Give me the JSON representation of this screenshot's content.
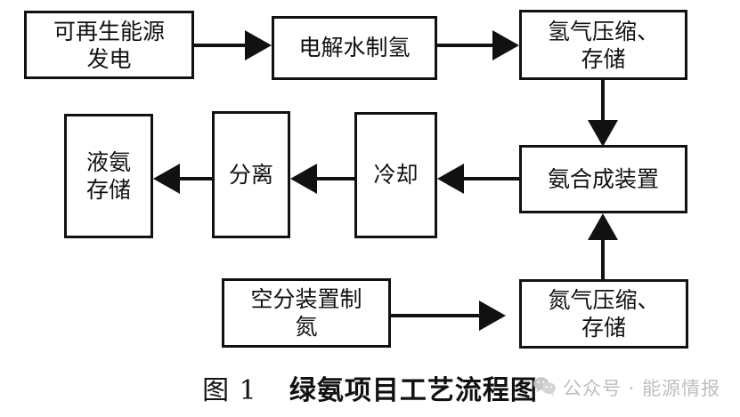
{
  "figure": {
    "type": "process-flow-diagram",
    "background_color": "#ffffff",
    "line_color": "#111111",
    "caption_number": "图 1",
    "caption_title": "绿氨项目工艺流程图"
  },
  "nodes": [
    {
      "id": "renewable-power",
      "label": "可再生能源\n发电",
      "lines": 2
    },
    {
      "id": "water-electrolysis",
      "label": "电解水制氢",
      "lines": 1
    },
    {
      "id": "h2-compress-store",
      "label": "氢气压缩、\n存储",
      "lines": 2
    },
    {
      "id": "liquid-ammonia-storage",
      "label": "液氨\n存储",
      "lines": 2
    },
    {
      "id": "separation",
      "label": "分离",
      "lines": 1
    },
    {
      "id": "cooling",
      "label": "冷却",
      "lines": 1
    },
    {
      "id": "ammonia-synthesis",
      "label": "氨合成装置",
      "lines": 1
    },
    {
      "id": "air-separation-n2",
      "label": "空分装置制\n氮",
      "lines": 2
    },
    {
      "id": "n2-compress-store",
      "label": "氮气压缩、\n存储",
      "lines": 2
    }
  ],
  "edges": [
    {
      "id": "e1",
      "from": "renewable-power",
      "to": "water-electrolysis",
      "direction": "right"
    },
    {
      "id": "e2",
      "from": "water-electrolysis",
      "to": "h2-compress-store",
      "direction": "right"
    },
    {
      "id": "e3",
      "from": "h2-compress-store",
      "to": "ammonia-synthesis",
      "direction": "down"
    },
    {
      "id": "e4",
      "from": "ammonia-synthesis",
      "to": "cooling",
      "direction": "left"
    },
    {
      "id": "e5",
      "from": "cooling",
      "to": "separation",
      "direction": "left"
    },
    {
      "id": "e6",
      "from": "separation",
      "to": "liquid-ammonia-storage",
      "direction": "left"
    },
    {
      "id": "e7",
      "from": "air-separation-n2",
      "to": "n2-compress-store",
      "direction": "right"
    },
    {
      "id": "e8",
      "from": "n2-compress-store",
      "to": "ammonia-synthesis",
      "direction": "up"
    }
  ],
  "watermark": {
    "text": "公众号 · 能源情报",
    "icon": "wechat-icon",
    "color": "#b9b9b9"
  }
}
